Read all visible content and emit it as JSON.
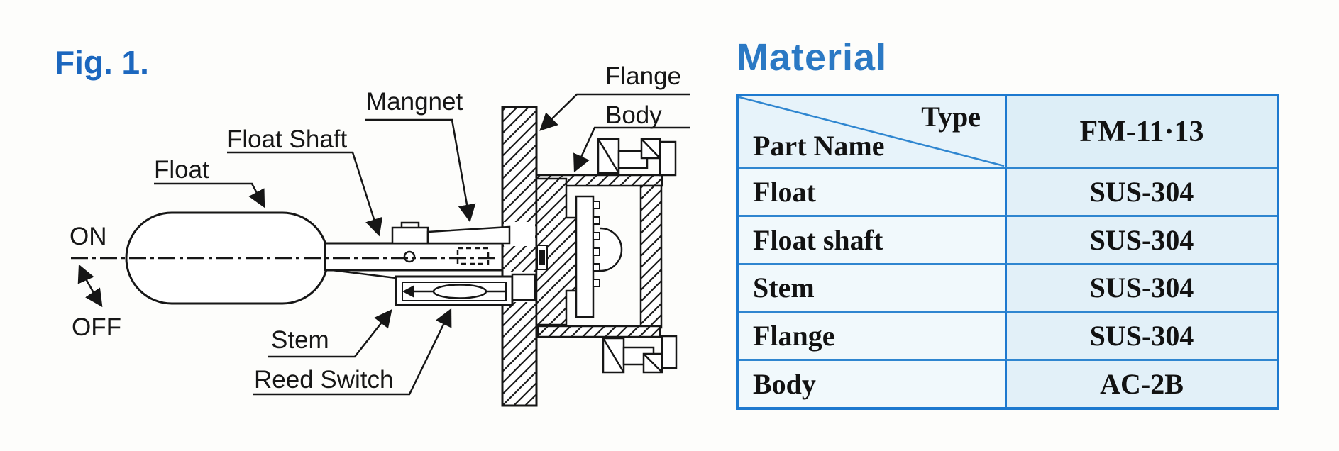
{
  "figure": {
    "title": "Fig. 1.",
    "labels": {
      "float": "Float",
      "float_shaft": "Float Shaft",
      "magnet": "Mangnet",
      "flange": "Flange",
      "body": "Body",
      "stem": "Stem",
      "reed_switch": "Reed Switch",
      "on": "ON",
      "off": "OFF"
    }
  },
  "material_table": {
    "title": "Material",
    "header": {
      "type_label": "Type",
      "part_name_label": "Part Name",
      "type_value": "FM-11·13"
    },
    "rows": [
      {
        "part": "Float",
        "material": "SUS-304"
      },
      {
        "part": "Float shaft",
        "material": "SUS-304"
      },
      {
        "part": "Stem",
        "material": "SUS-304"
      },
      {
        "part": "Flange",
        "material": "SUS-304"
      },
      {
        "part": "Body",
        "material": "AC-2B"
      }
    ]
  },
  "colors": {
    "accent_blue": "#2b79c4",
    "fig_blue": "#1c67be",
    "table_border_blue": "#1d79cf",
    "line_black": "#161616"
  }
}
